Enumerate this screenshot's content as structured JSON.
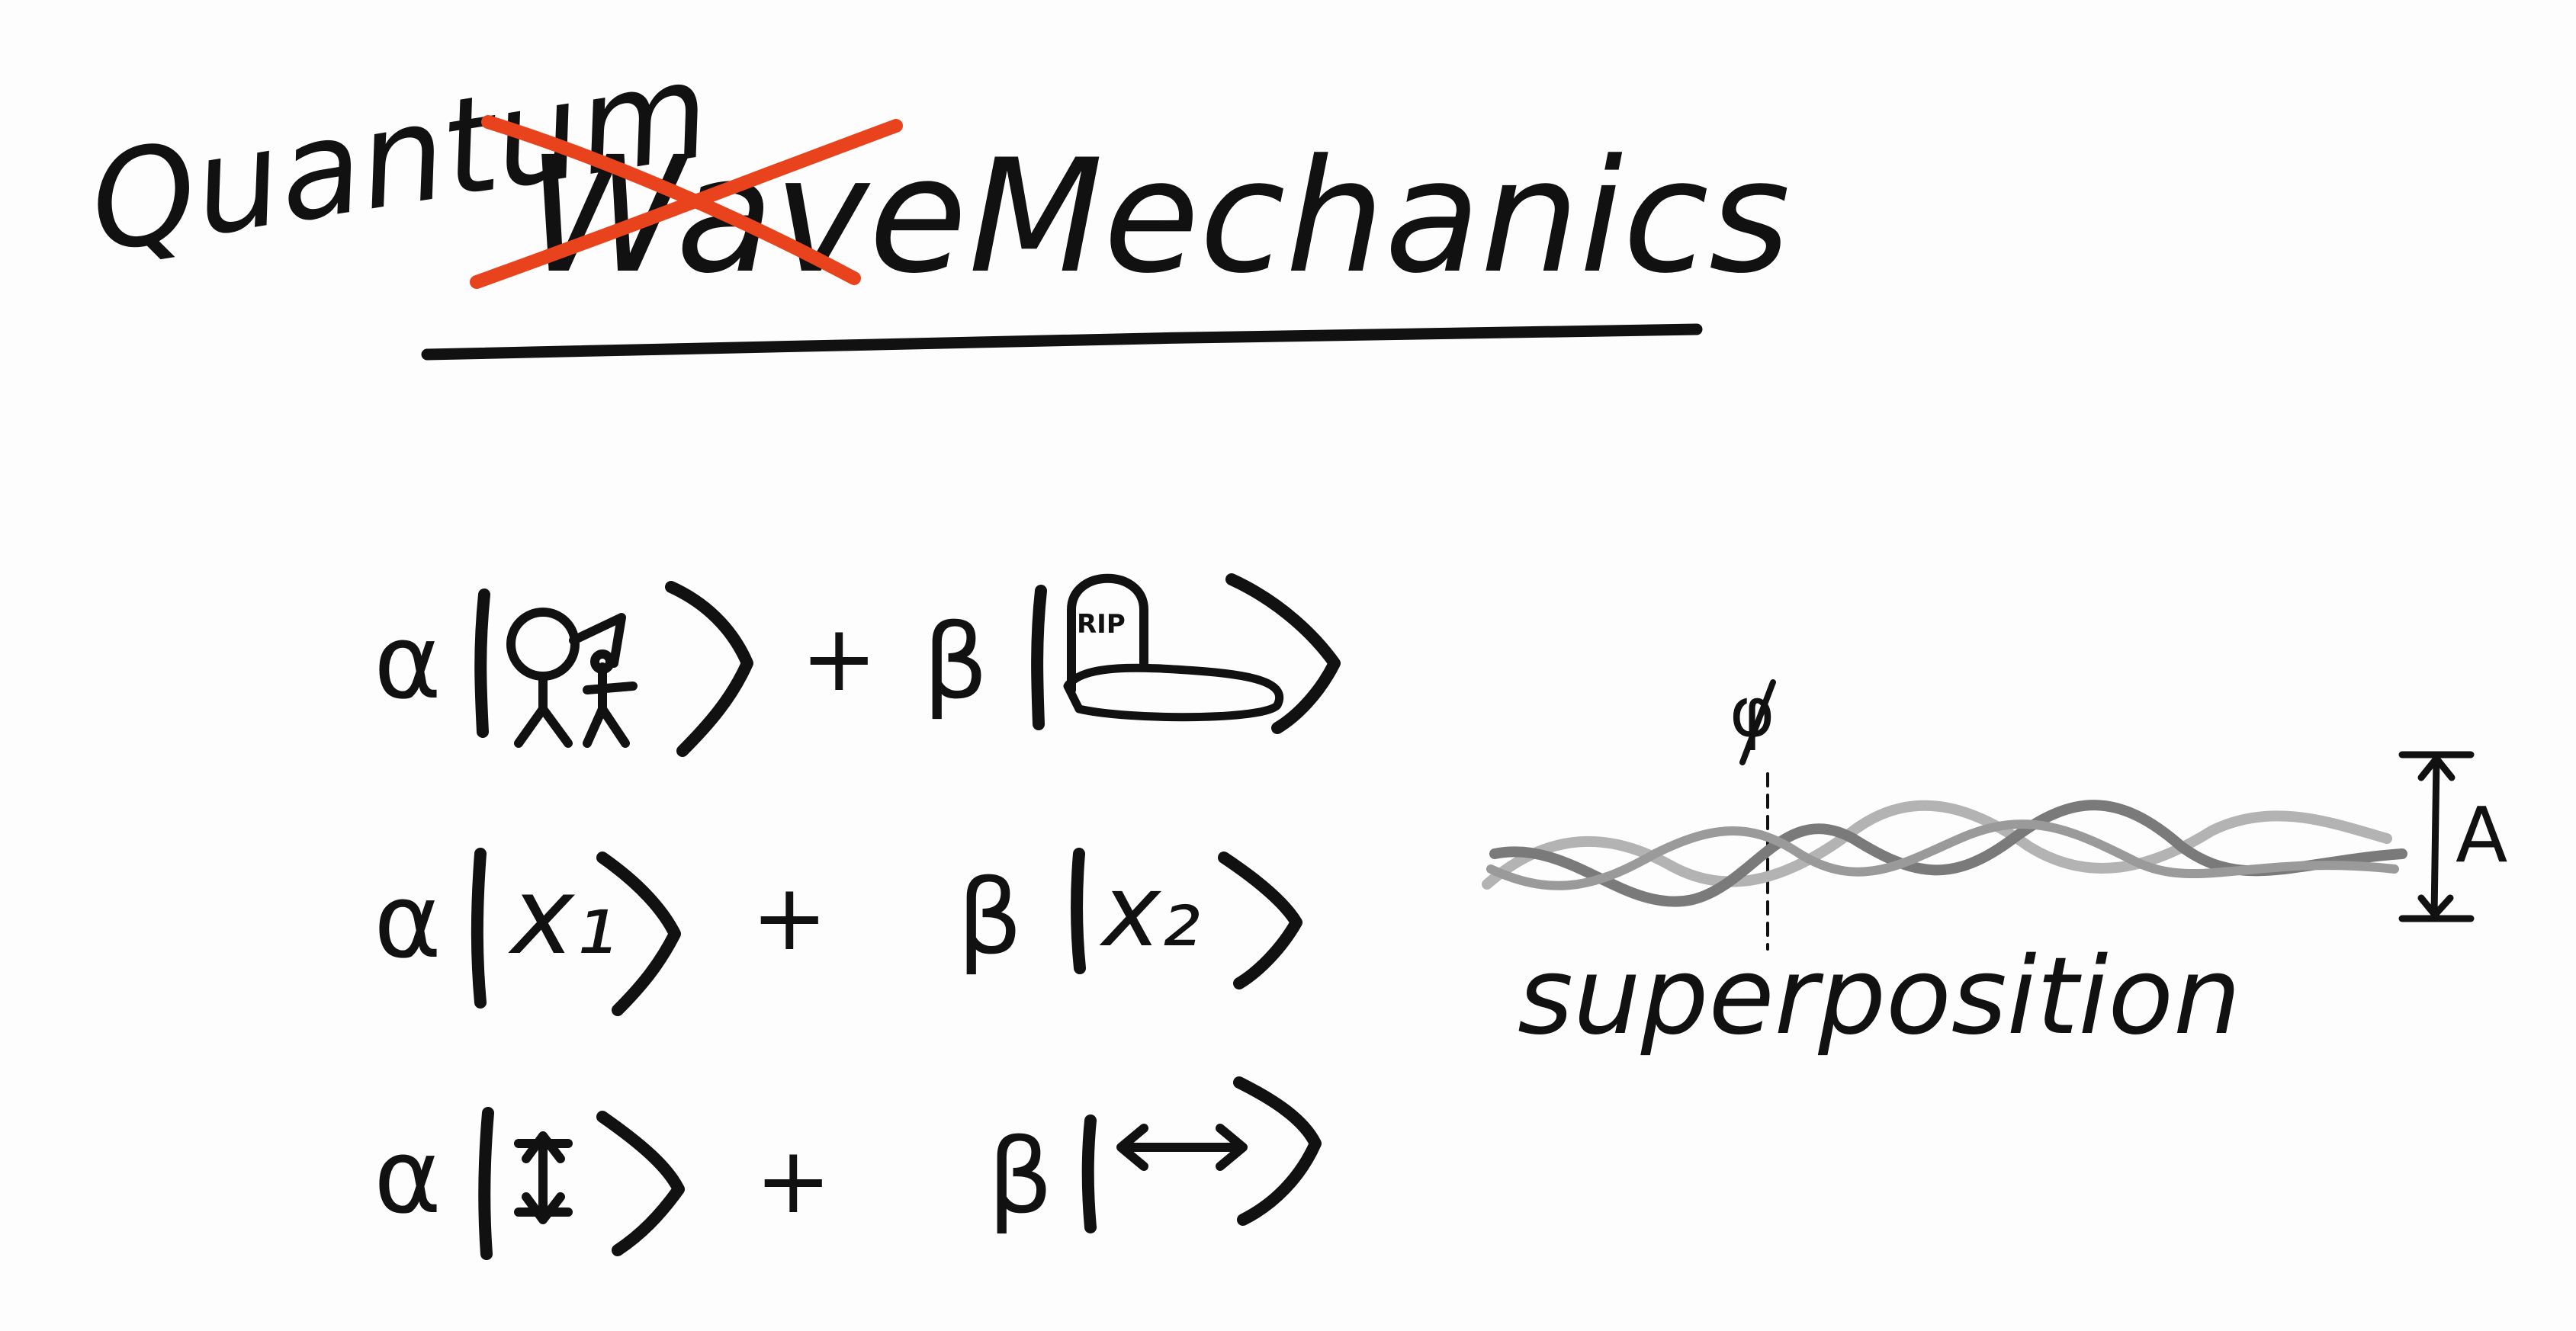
{
  "title": {
    "word_quantum": "Quantum",
    "word_struck": "Wave",
    "word_mechanics": "Mechanics"
  },
  "equations": [
    {
      "alpha": "α",
      "plus": "+",
      "beta": "β",
      "ket1_text": "",
      "ket1_icon": "stick-figure-alive-icon",
      "ket2_text": "RIP",
      "ket2_icon": "gravestone-icon"
    },
    {
      "alpha": "α",
      "plus": "+",
      "beta": "β",
      "ket1_text": "x₁",
      "ket2_text": "x₂"
    },
    {
      "alpha": "α",
      "plus": "+",
      "beta": "β",
      "ket1_icon": "vertical-double-arrow-icon",
      "ket2_icon": "horizontal-double-arrow-icon"
    }
  ],
  "wave_diagram": {
    "phase_label": "φ",
    "amplitude_label": "A",
    "caption": "superposition"
  },
  "colors": {
    "ink": "#111111",
    "strike": "#e8431c",
    "wave_dark": "#7a7a7a",
    "wave_light": "#b3b3b3",
    "background": "#fdfdfd"
  }
}
